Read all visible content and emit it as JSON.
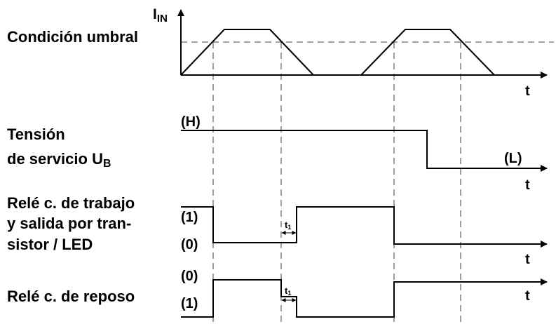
{
  "axis_title": {
    "main": "I",
    "sub": "IN"
  },
  "rows": {
    "threshold": {
      "label": "Condición umbral"
    },
    "voltage": {
      "label_line1": "Tensión",
      "label_line2_main": "de servicio U",
      "label_line2_sub": "B",
      "state_high": "(H)",
      "state_low": "(L)"
    },
    "work_relay": {
      "label_line1": "Relé c. de trabajo",
      "label_line2": "y salida por tran-",
      "label_line3": "sistor / LED",
      "state_top": "(1)",
      "state_bottom": "(0)",
      "delay_main": "t",
      "delay_sub": "1"
    },
    "rest_relay": {
      "label": "Relé c. de reposo",
      "state_top": "(0)",
      "state_bottom": "(1)",
      "delay_main": "t",
      "delay_sub": "1"
    }
  },
  "time_axis_label": "t",
  "colors": {
    "line": "#000000",
    "dashed": "#6b6b6b",
    "background": "#ffffff"
  }
}
